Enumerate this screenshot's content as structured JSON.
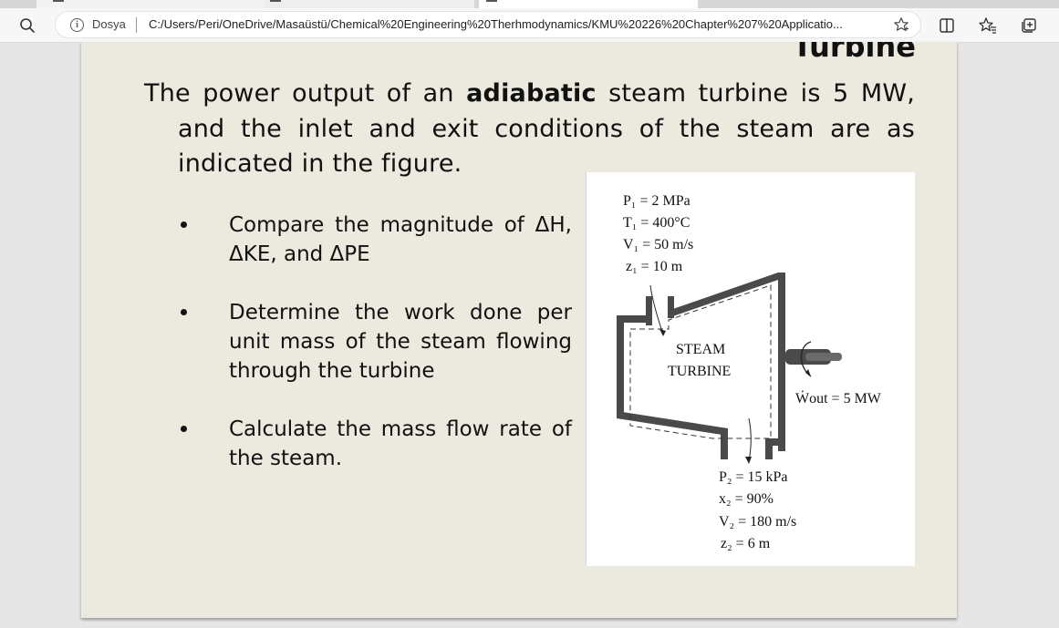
{
  "browser": {
    "scheme_label": "Dosya",
    "url": "C:/Users/Peri/OneDrive/Masaüstü/Chemical%20Engineering%20Therhmodynamics/KMU%20226%20Chapter%207%20Applicatio..."
  },
  "slide": {
    "title": "Turbine",
    "intro": {
      "part1": "The power output of an ",
      "bold": "adiabatic",
      "part2": " steam turbine is 5 MW, and the inlet and exit conditions of the steam are as indicated in the figure."
    },
    "bullets": [
      "Compare the magnitude of ΔH, ΔKE, and ΔPE",
      "Determine the work done per unit mass of the steam flowing through the turbine",
      "Calculate the mass flow rate of the steam."
    ],
    "figure": {
      "inlet": [
        "P₁ = 2 MPa",
        "T₁ = 400°C",
        "V₁ = 50 m/s",
        "z₁ = 10 m"
      ],
      "label_line1": "STEAM",
      "label_line2": "TURBINE",
      "work": "Ẇout = 5 MW",
      "outlet": [
        "P₂ = 15 kPa",
        "x₂ = 90%",
        "V₂ = 180 m/s",
        "z₂ = 6 m"
      ]
    }
  },
  "colors": {
    "slide_background": "#ece9de",
    "turbine_casing": "#4a4a4a"
  }
}
